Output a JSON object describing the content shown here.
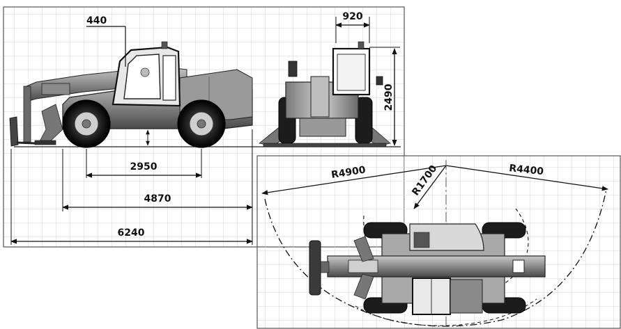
{
  "diagram": {
    "side_view": {
      "dimensions": {
        "cab_offset": "440",
        "wheelbase": "2950",
        "chassis_length": "4870",
        "overall_length": "6240"
      }
    },
    "rear_view": {
      "dimensions": {
        "width": "920",
        "height": "2490"
      }
    },
    "top_view": {
      "radii": {
        "outer_front": "R4900",
        "inner": "R1700",
        "outer_rear": "R4400"
      }
    }
  }
}
